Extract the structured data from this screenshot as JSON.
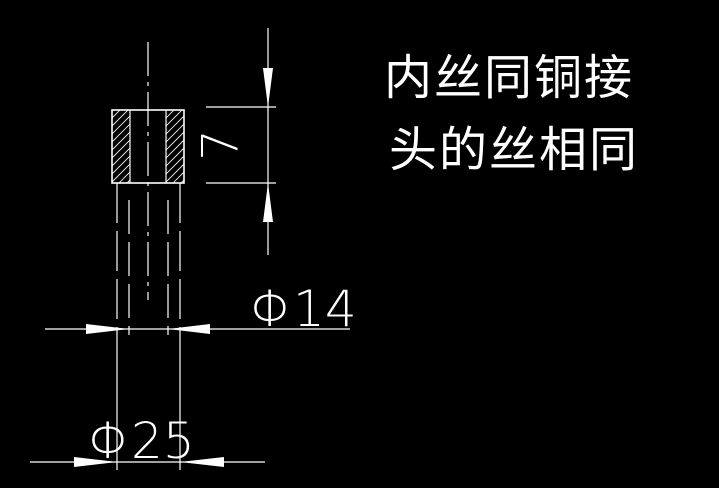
{
  "note": {
    "line1": "内丝同铜接",
    "line2": "头的丝相同"
  },
  "dimensions": {
    "thread_length": "7",
    "inner_diameter": "Φ14",
    "outer_diameter": "Φ25"
  },
  "colors": {
    "background": "#000000",
    "lines": "#ffffff"
  }
}
